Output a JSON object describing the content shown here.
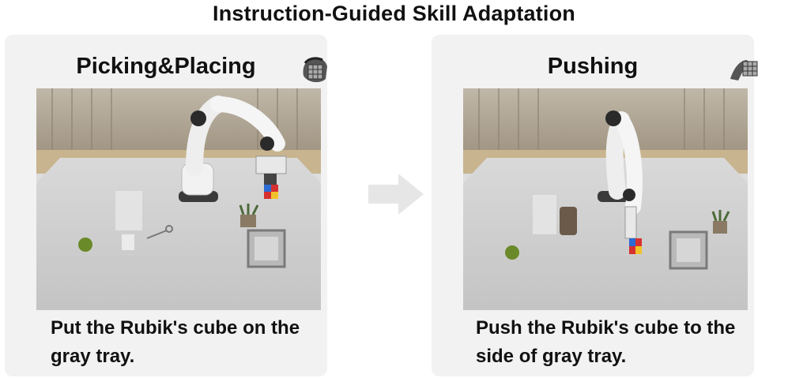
{
  "title": "Instruction-Guided Skill Adaptation",
  "panels": [
    {
      "heading": "Picking&Placing",
      "icon": "hand-grasping-cube-icon",
      "caption": "Put the Rubik's cube on the gray tray."
    },
    {
      "heading": "Pushing",
      "icon": "hand-pushing-cube-icon",
      "caption": "Push the Rubik's cube to the side of gray tray."
    }
  ],
  "colors": {
    "panel_bg": "#f2f2f2",
    "arrow": "#e6e6e6",
    "text": "#111111"
  }
}
